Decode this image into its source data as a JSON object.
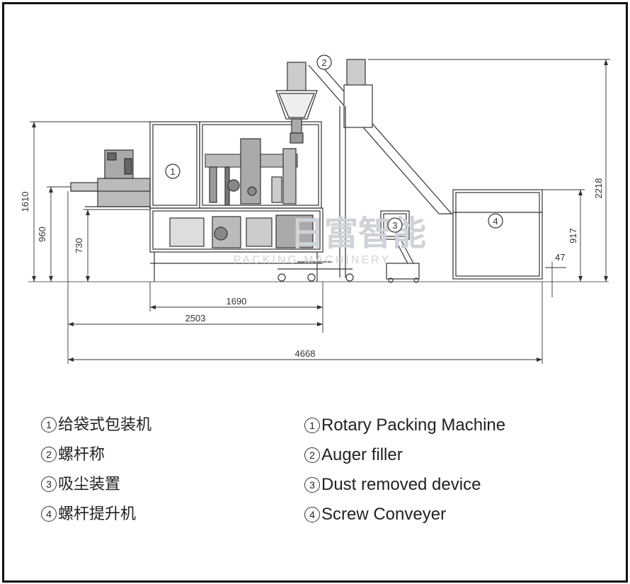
{
  "dimensions": {
    "d1610": "1610",
    "d960": "960",
    "d730": "730",
    "d1690": "1690",
    "d2503": "2503",
    "d4668": "4668",
    "d2218": "2218",
    "d917": "917",
    "d47": "47"
  },
  "markers": {
    "m1": "1",
    "m2": "2",
    "m3": "3",
    "m4": "4"
  },
  "watermark": {
    "brand": "日富智能",
    "sub": "PACKING MACHINERY"
  },
  "legend": {
    "chinese": [
      {
        "num": "1",
        "text": "给袋式包装机"
      },
      {
        "num": "2",
        "text": "螺杆称"
      },
      {
        "num": "3",
        "text": "吸尘装置"
      },
      {
        "num": "4",
        "text": "螺杆提升机"
      }
    ],
    "english": [
      {
        "num": "1",
        "text": "Rotary Packing Machine"
      },
      {
        "num": "2",
        "text": "Auger filler"
      },
      {
        "num": "3",
        "text": "Dust removed device"
      },
      {
        "num": "4",
        "text": "Screw Conveyer"
      }
    ]
  }
}
